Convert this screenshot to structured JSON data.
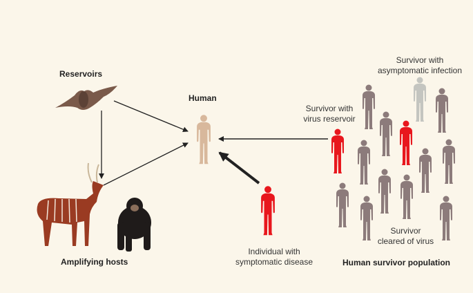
{
  "labels": {
    "reservoirs": "Reservoirs",
    "human": "Human",
    "amplifying_hosts": "Amplifying hosts",
    "individual_line1": "Individual with",
    "individual_line2": "symptomatic disease",
    "survivor_reservoir_line1": "Survivor with",
    "survivor_reservoir_line2": "virus reservoir",
    "survivor_asymptomatic_line1": "Survivor with",
    "survivor_asymptomatic_line2": "asymptomatic infection",
    "survivor_cleared_line1": "Survivor",
    "survivor_cleared_line2": "cleared of virus",
    "population": "Human survivor population"
  },
  "colors": {
    "background": "#fbf6ea",
    "human": "#d8b89c",
    "infected": "#e8171d",
    "survivor": "#8c7b7b",
    "asymptomatic": "#c4c5c0",
    "arrow": "#222222"
  }
}
